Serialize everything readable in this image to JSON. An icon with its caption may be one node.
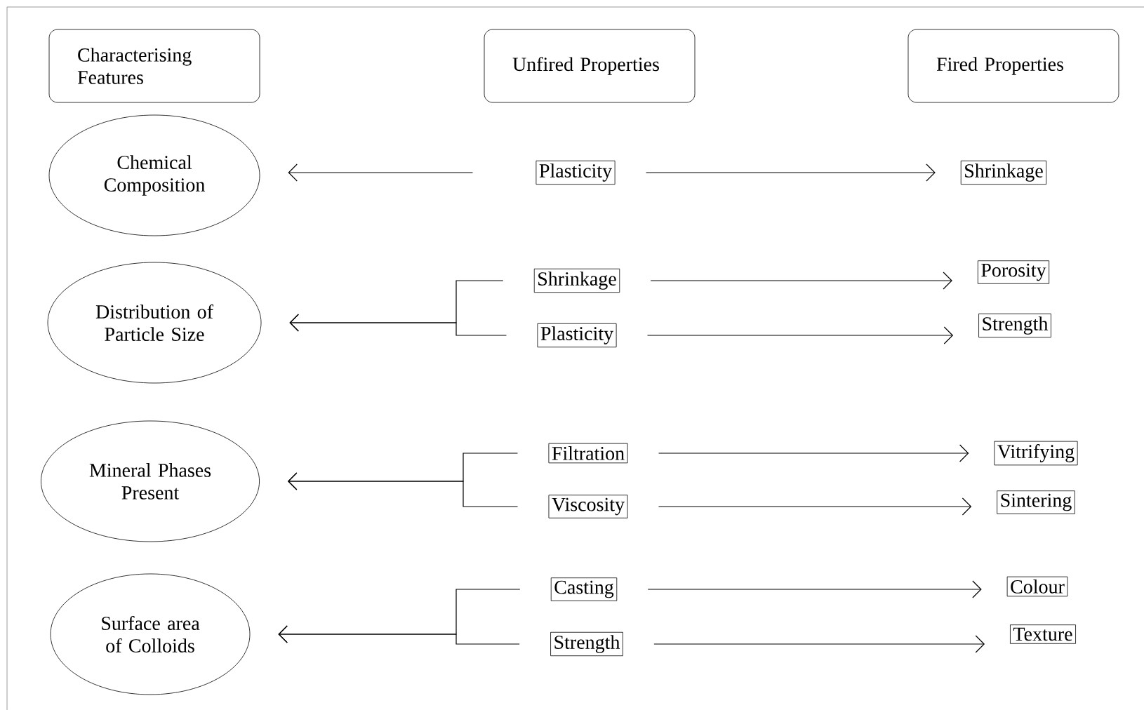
{
  "diagram": {
    "nodes": [
      {
        "text": [
          "Characterising Features"
        ]
      },
      {
        "text": [
          "Unfired Properties"
        ]
      },
      {
        "text": [
          "Fired Properties"
        ]
      },
      {
        "text": [
          "Chemical Composition"
        ]
      },
      {
        "text": [
          "Plasticity"
        ]
      },
      {
        "text": [
          "Shrinkage"
        ]
      },
      {
        "text": [
          "Distribution of Particle Size"
        ]
      },
      {
        "text": [
          "Shrinkage"
        ]
      },
      {
        "text": [
          "Plasticity"
        ]
      },
      {
        "text": [
          "Porosity"
        ]
      },
      {
        "text": [
          "Strength"
        ]
      },
      {
        "text": [
          "Mineral Phases Present"
        ]
      },
      {
        "text": [
          "Filtration"
        ]
      },
      {
        "text": [
          "Viscosity"
        ]
      },
      {
        "text": [
          "Vitrifying"
        ]
      },
      {
        "text": [
          "Sintering"
        ]
      },
      {
        "text": [
          "Surface area of Colloids"
        ]
      },
      {
        "text": [
          "Casting"
        ]
      },
      {
        "text": [
          "Strength"
        ]
      },
      {
        "text": [
          "Colour"
        ]
      },
      {
        "text": [
          "Texture"
        ]
      }
    ],
    "edges": [
      {
        "from": 4,
        "to": 3,
        "arrow": "to"
      },
      {
        "from": 4,
        "to": 5,
        "arrow": "to"
      },
      {
        "from": 7,
        "to": 6,
        "arrow": "to"
      },
      {
        "from": 8,
        "to": 6,
        "arrow": "to"
      },
      {
        "from": 7,
        "to": 9,
        "arrow": "to"
      },
      {
        "from": 8,
        "to": 10,
        "arrow": "to"
      },
      {
        "from": 12,
        "to": 11,
        "arrow": "to"
      },
      {
        "from": 13,
        "to": 11,
        "arrow": "to"
      },
      {
        "from": 12,
        "to": 14,
        "arrow": "to"
      },
      {
        "from": 13,
        "to": 15,
        "arrow": "to"
      },
      {
        "from": 17,
        "to": 16,
        "arrow": "to"
      },
      {
        "from": 18,
        "to": 16,
        "arrow": "to"
      },
      {
        "from": 17,
        "to": 19,
        "arrow": "to"
      },
      {
        "from": 18,
        "to": 20,
        "arrow": "to"
      }
    ]
  }
}
